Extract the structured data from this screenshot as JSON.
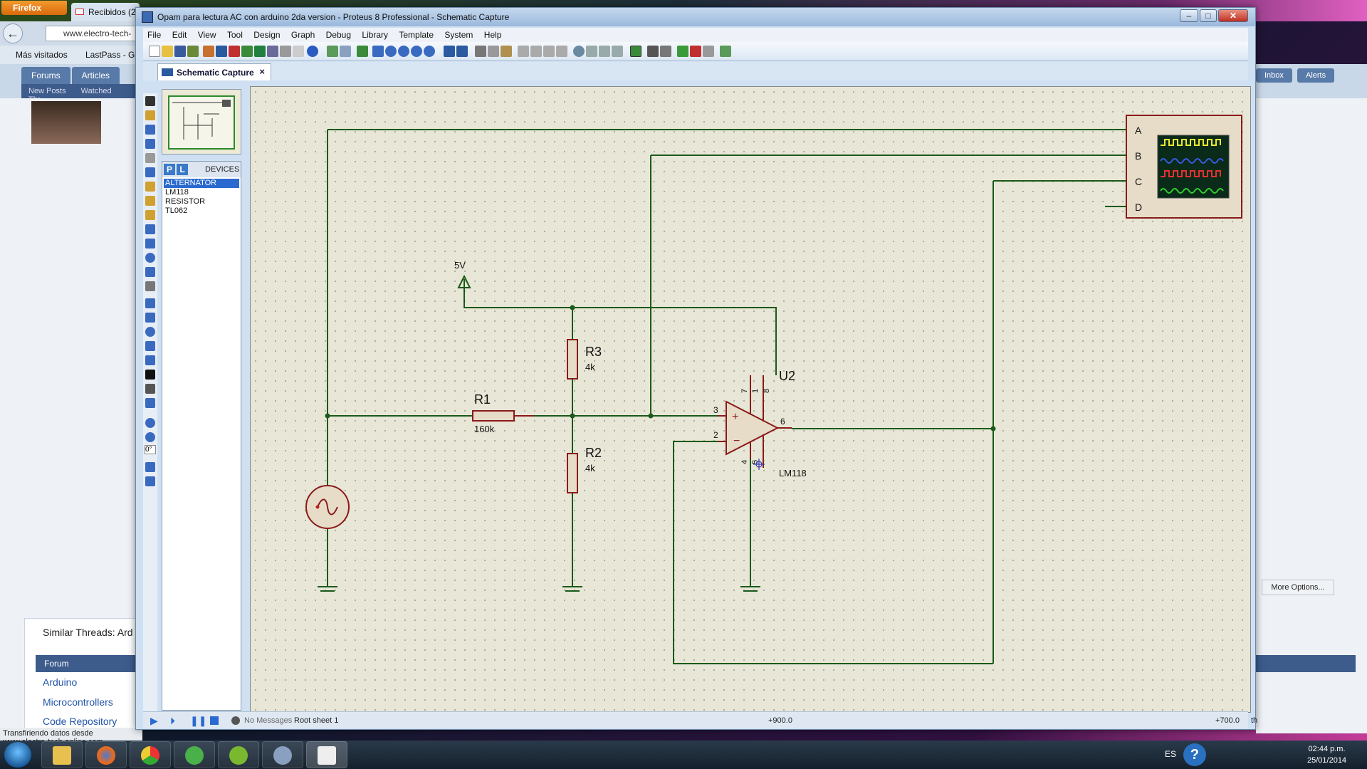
{
  "firefox": {
    "button_label": "Firefox",
    "tab_label": "Recibidos (2",
    "url": "www.electro-tech-",
    "bookmarks": [
      "Más visitados",
      "LastPass - G"
    ],
    "forum_tabs": [
      "Forums",
      "Articles"
    ],
    "forum_sub": [
      "New Posts",
      "Watched Thr"
    ],
    "right_tabs": [
      "Inbox",
      "Alerts"
    ],
    "more_options": "More Options...",
    "similar_title": "Similar Threads: Ard",
    "forum_header": "Forum",
    "forum_links": [
      "Arduino",
      "Microcontrollers",
      "Code Repository"
    ],
    "status_text": "Transfiriendo datos desde www.electro-tech-online.com..."
  },
  "proteus": {
    "title": "Opam para lectura AC con arduino 2da version - Proteus 8 Professional - Schematic Capture",
    "menu": [
      "File",
      "Edit",
      "View",
      "Tool",
      "Design",
      "Graph",
      "Debug",
      "Library",
      "Template",
      "System",
      "Help"
    ],
    "tab_label": "Schematic Capture",
    "devices_label": "DEVICES",
    "pl_buttons": [
      "P",
      "L"
    ],
    "devices": [
      "ALTERNATOR",
      "LM118",
      "RESISTOR",
      "TL062"
    ],
    "selected_device": "ALTERNATOR",
    "rotation_value": "0°",
    "status": {
      "messages": "No Messages",
      "sheet": "Root sheet 1",
      "x_coord": "+900.0",
      "y_coord": "+700.0",
      "unit": "th"
    }
  },
  "schematic": {
    "power_label": "5V",
    "r1": {
      "name": "R1",
      "value": "160k"
    },
    "r2": {
      "name": "R2",
      "value": "4k"
    },
    "r3": {
      "name": "R3",
      "value": "4k"
    },
    "opamp": {
      "ref": "U2",
      "part": "LM118",
      "pins": [
        "3",
        "2",
        "6",
        "7",
        "1",
        "8",
        "4",
        "5"
      ]
    },
    "scope_channels": [
      "A",
      "B",
      "C",
      "D"
    ]
  },
  "taskbar": {
    "lang": "ES",
    "time": "02:44 p.m.",
    "date": "25/01/2014"
  },
  "colors": {
    "wire": "#1a5a1a",
    "component": "#8a1a1a",
    "component_fill": "#e6dcc8",
    "canvas": "#e8e6d6"
  }
}
